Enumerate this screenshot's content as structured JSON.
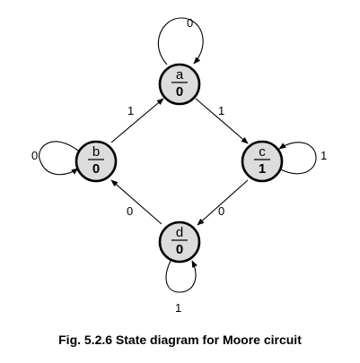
{
  "states": {
    "a": {
      "name": "a",
      "output": "0"
    },
    "b": {
      "name": "b",
      "output": "0"
    },
    "c": {
      "name": "c",
      "output": "1"
    },
    "d": {
      "name": "d",
      "output": "0"
    }
  },
  "transitions": {
    "a_self": "0",
    "b_to_a": "1",
    "a_to_c": "1",
    "b_self": "0",
    "c_self": "1",
    "d_to_b": "0",
    "c_to_d": "0",
    "d_self": "1"
  },
  "caption": "Fig. 5.2.6 State diagram for Moore circuit"
}
